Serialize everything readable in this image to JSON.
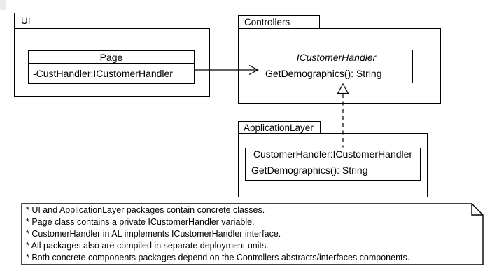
{
  "diagram_type": "uml-package-class-diagram",
  "colors": {
    "line": "#000000",
    "background": "#ffffff"
  },
  "packages": {
    "ui": {
      "label": "UI"
    },
    "controllers": {
      "label": "Controllers"
    },
    "application_layer": {
      "label": "ApplicationLayer"
    }
  },
  "classes": {
    "page": {
      "title": "Page",
      "attribute": "-CustHandler:ICustomerHandler"
    },
    "icustomer_handler": {
      "title": "ICustomerHandler",
      "operation": "GetDemographics(): String"
    },
    "customer_handler": {
      "title": "CustomerHandler:ICustomerHandler",
      "operation": "GetDemographics(): String"
    }
  },
  "relationships": {
    "association": {
      "from": "Page",
      "to": "ICustomerHandler",
      "style": "solid-line-open-arrow"
    },
    "realization": {
      "from": "CustomerHandler:ICustomerHandler",
      "to": "ICustomerHandler",
      "style": "dashed-line-hollow-triangle"
    }
  },
  "note": {
    "lines": [
      "* UI and ApplicationLayer packages contain concrete classes.",
      "* Page class contains a private ICustomerHandler variable.",
      "* CustomerHandler in AL implements ICustomerHandler interface.",
      "* All packages also are compiled in separate deployment units.",
      "* Both concrete components packages depend on the Controllers abstracts/interfaces components."
    ]
  }
}
